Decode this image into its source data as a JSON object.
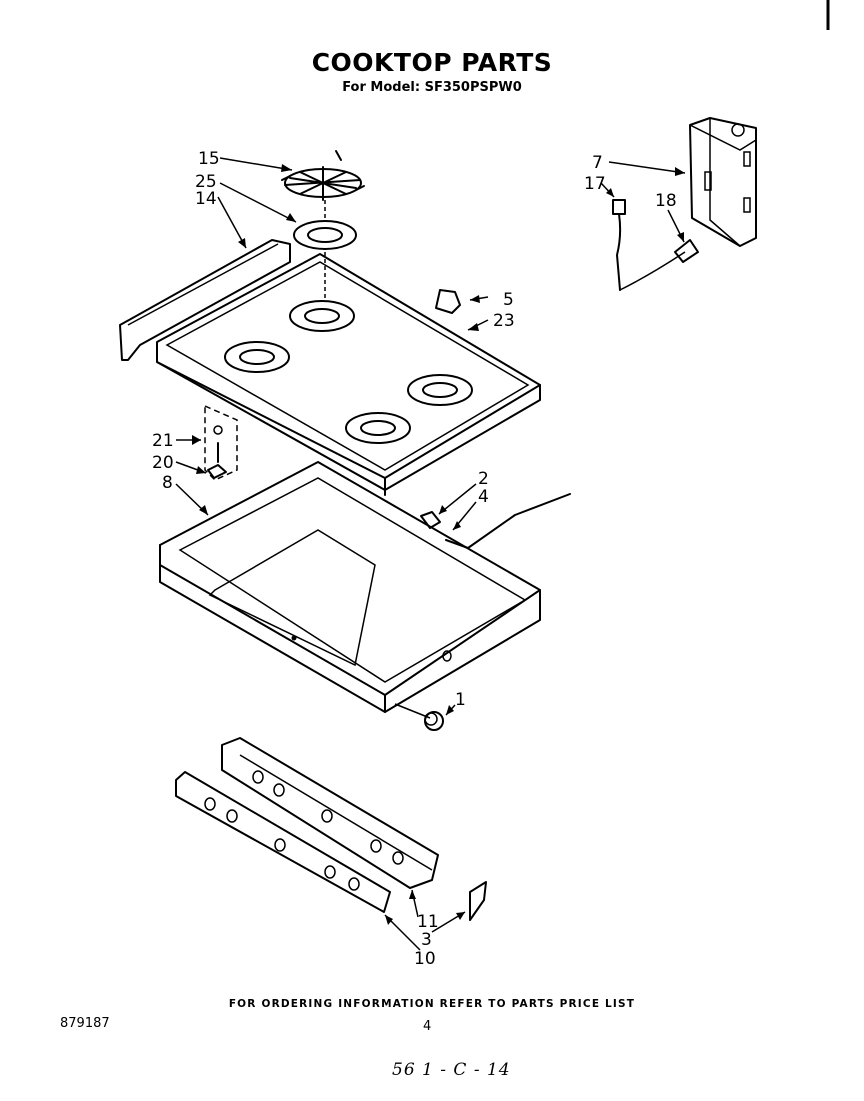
{
  "header": {
    "title": "COOKTOP PARTS",
    "subtitle": "For Model: SF350PSPW0"
  },
  "callouts": [
    "15",
    "25",
    "14",
    "7",
    "17",
    "18",
    "5",
    "23",
    "21",
    "20",
    "8",
    "2",
    "4",
    "1",
    "11",
    "3",
    "10"
  ],
  "footer": {
    "ordering_note": "FOR ORDERING INFORMATION REFER TO PARTS PRICE LIST",
    "doc_number": "879187",
    "page_number": "4",
    "handwritten_note": "56 1 - C - 14"
  }
}
